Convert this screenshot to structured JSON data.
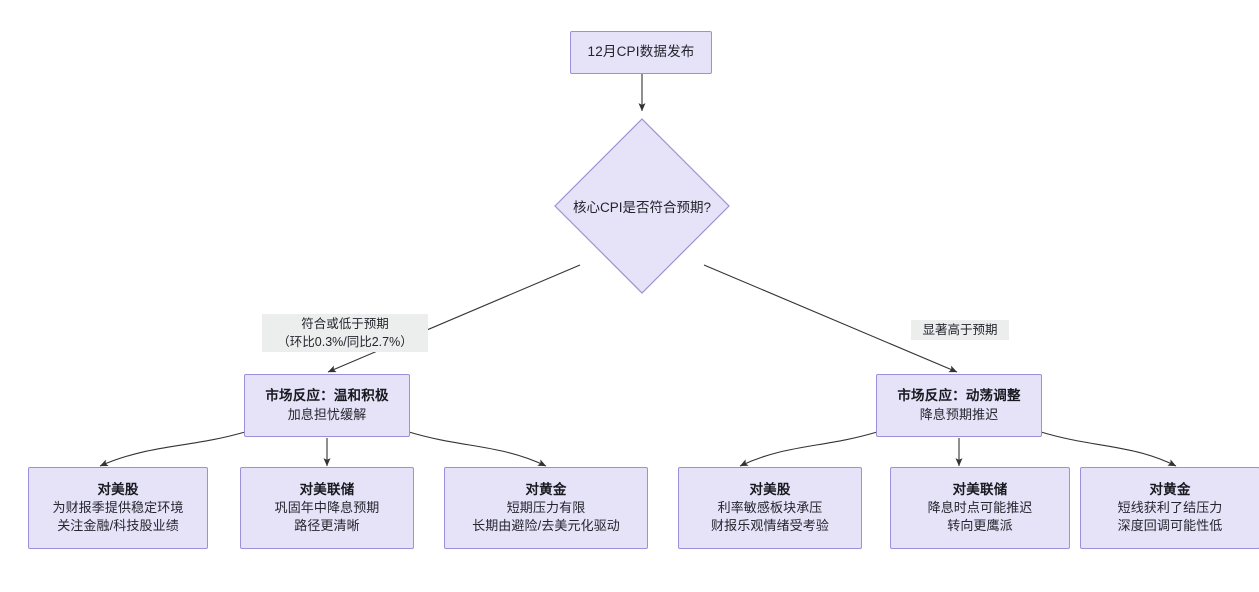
{
  "diagram": {
    "type": "flowchart",
    "title_node": {
      "id": "start",
      "label": "12月CPI数据发布"
    },
    "decision": {
      "id": "decision",
      "label": "核心CPI是否符合预期?"
    },
    "edge_labels": {
      "left": {
        "line1": "符合或低于预期",
        "line2": "（环比0.3%/同比2.7%）"
      },
      "right": {
        "line1": "显著高于预期"
      }
    },
    "branches": [
      {
        "id": "branch-benign",
        "heading": "市场反应：温和积极",
        "subtitle": "加息担忧缓解",
        "outcomes": [
          {
            "id": "outcome-us-stocks-benign",
            "heading": "对美股",
            "lines": [
              "为财报季提供稳定环境",
              "关注金融/科技股业绩"
            ]
          },
          {
            "id": "outcome-fed-benign",
            "heading": "对美联储",
            "lines": [
              "巩固年中降息预期",
              "路径更清晰"
            ]
          },
          {
            "id": "outcome-gold-benign",
            "heading": "对黄金",
            "lines": [
              "短期压力有限",
              "长期由避险/去美元化驱动"
            ]
          }
        ]
      },
      {
        "id": "branch-turbulent",
        "heading": "市场反应：动荡调整",
        "subtitle": "降息预期推迟",
        "outcomes": [
          {
            "id": "outcome-us-stocks-turbulent",
            "heading": "对美股",
            "lines": [
              "利率敏感板块承压",
              "财报乐观情绪受考验"
            ]
          },
          {
            "id": "outcome-fed-turbulent",
            "heading": "对美联储",
            "lines": [
              "降息时点可能推迟",
              "转向更鹰派"
            ]
          },
          {
            "id": "outcome-gold-turbulent",
            "heading": "对黄金",
            "lines": [
              "短线获利了结压力",
              "深度回调可能性低"
            ]
          }
        ]
      }
    ],
    "colors": {
      "node_fill": "#e6e2f8",
      "node_border": "#9f8fd8",
      "edge_stroke": "#333333",
      "edge_label_bg": "#eceded",
      "text": "#22242b",
      "background": "#ffffff"
    }
  }
}
